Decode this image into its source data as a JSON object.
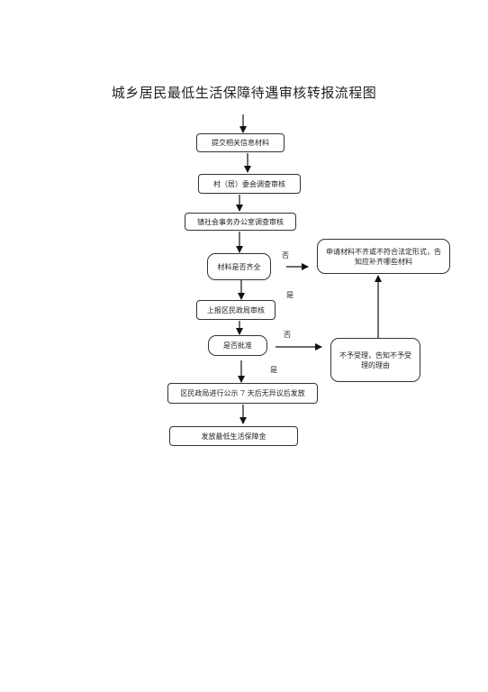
{
  "title": "城乡居民最低生活保障待遇审核转报流程图",
  "nodes": {
    "submit": "提交相关信息材料",
    "village": "村（居）委会调查审核",
    "town": "镇社会事务办公室调查审核",
    "complete_q": "材料是否齐全",
    "incomplete": "申请材料不齐或不符合法定形式，告知应补齐哪些材料",
    "district": "上报区民政局审核",
    "approve_q": "是否批准",
    "reject": "不予受理，告知不予受理的理由",
    "publicity": "区民政局进行公示 7 天后无异议后发放",
    "issue": "发放最低生活保障金"
  },
  "labels": {
    "no1": "否",
    "yes1": "是",
    "no2": "否",
    "yes2": "是"
  }
}
